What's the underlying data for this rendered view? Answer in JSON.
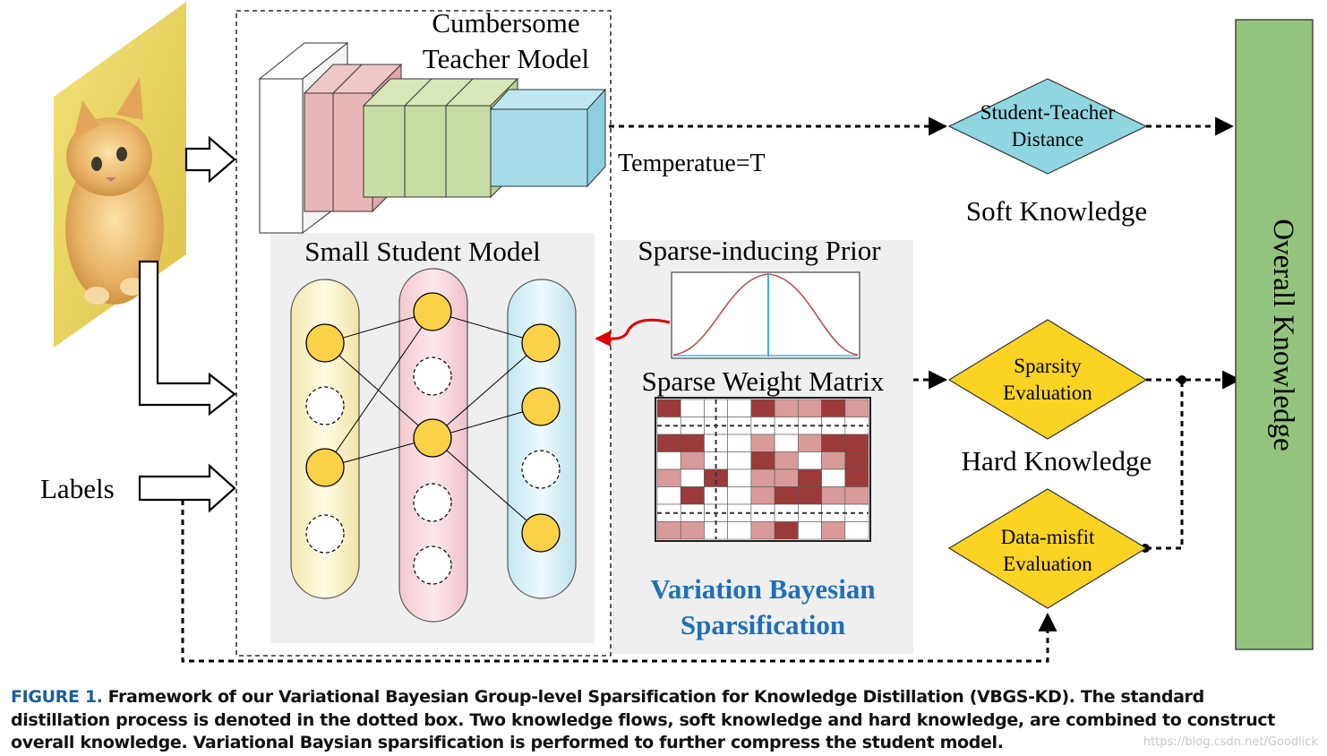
{
  "teacher": {
    "title_line1": "Cumbersome",
    "title_line2": "Teacher Model"
  },
  "temperature": "Temperatue=T",
  "student": {
    "title": "Small Student Model"
  },
  "prior": {
    "title": "Sparse-inducing Prior"
  },
  "matrix": {
    "title": "Sparse Weight Matrix"
  },
  "bayes": {
    "line1": "Variation Bayesian",
    "line2": "Sparsification"
  },
  "labels": "Labels",
  "distance": {
    "line1": "Student-Teacher",
    "line2": "Distance"
  },
  "soft_knowledge": "Soft Knowledge",
  "sparsity": {
    "line1": "Sparsity",
    "line2": "Evaluation"
  },
  "hard_knowledge": "Hard Knowledge",
  "misfit": {
    "line1": "Data-misfit",
    "line2": "Evaluation"
  },
  "overall": "Overall Knowledge",
  "caption": {
    "figure_label": "FIGURE 1.",
    "text": "Framework of our Variational Bayesian Group-level Sparsification for Knowledge Distillation (VBGS-KD). The standard distillation process is denoted in the dotted box. Two knowledge flows, soft knowledge and hard knowledge, are combined to construct overall knowledge. Variational Baysian sparsification is performed to further compress the student model."
  },
  "watermark": "https://blog.csdn.net/Goodlick",
  "colors": {
    "diamond_blue": "#8fd6e0",
    "diamond_yellow": "#fbd323",
    "overall_box": "#93c47d",
    "caption_label": "#1a5f9e",
    "bayes_text": "#1f6fb8"
  },
  "matrix_cells": [
    [
      2,
      0,
      0,
      0,
      2,
      1,
      1,
      2,
      1
    ],
    [
      0,
      0,
      0,
      0,
      0,
      0,
      0,
      0,
      0
    ],
    [
      2,
      2,
      0,
      0,
      1,
      0,
      1,
      2,
      2
    ],
    [
      0,
      1,
      0,
      0,
      2,
      1,
      0,
      1,
      2
    ],
    [
      1,
      0,
      2,
      0,
      1,
      1,
      2,
      0,
      2
    ],
    [
      0,
      2,
      0,
      0,
      1,
      2,
      2,
      1,
      1
    ],
    [
      0,
      0,
      0,
      0,
      0,
      0,
      0,
      0,
      0
    ],
    [
      1,
      1,
      0,
      0,
      1,
      2,
      0,
      1,
      0
    ]
  ]
}
